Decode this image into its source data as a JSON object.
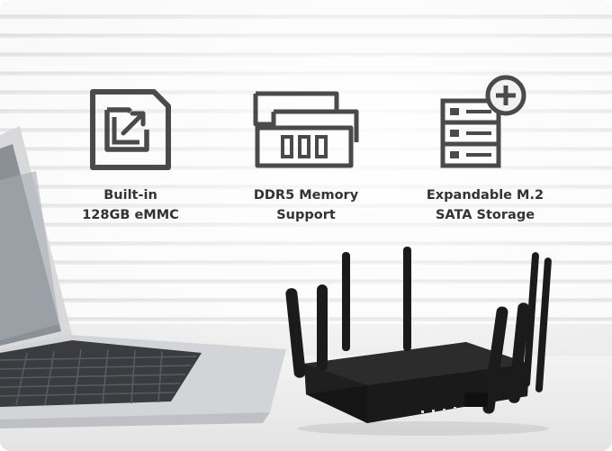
{
  "features": [
    {
      "icon": "emmc-chip-icon",
      "line1": "Built-in",
      "line2": "128GB eMMC"
    },
    {
      "icon": "memory-module-icon",
      "line1": "DDR5 Memory",
      "line2": "Support"
    },
    {
      "icon": "storage-expand-icon",
      "line1": "Expandable M.2",
      "line2": "SATA Storage"
    }
  ],
  "colors": {
    "icon_stroke": "#4a4a4a",
    "label": "#333333",
    "device": "#1f1f1f"
  }
}
